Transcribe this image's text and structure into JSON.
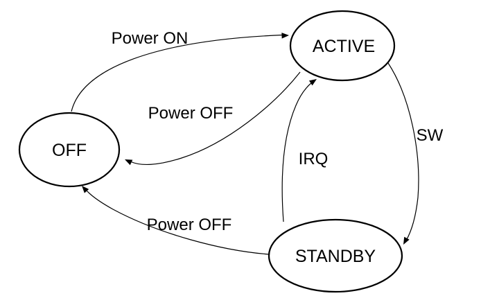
{
  "diagram": {
    "type": "finite-state-machine",
    "colors": {
      "stroke": "#000000",
      "fill": "#ffffff",
      "background": "#ffffff",
      "text": "#000000"
    },
    "states": [
      {
        "id": "off",
        "label": "OFF"
      },
      {
        "id": "active",
        "label": "ACTIVE"
      },
      {
        "id": "standby",
        "label": "STANDBY"
      }
    ],
    "transitions": [
      {
        "from": "OFF",
        "to": "ACTIVE",
        "label": "Power ON"
      },
      {
        "from": "ACTIVE",
        "to": "OFF",
        "label": "Power OFF"
      },
      {
        "from": "ACTIVE",
        "to": "STANDBY",
        "label": "SW"
      },
      {
        "from": "STANDBY",
        "to": "ACTIVE",
        "label": "IRQ"
      },
      {
        "from": "STANDBY",
        "to": "OFF",
        "label": "Power OFF"
      }
    ]
  }
}
